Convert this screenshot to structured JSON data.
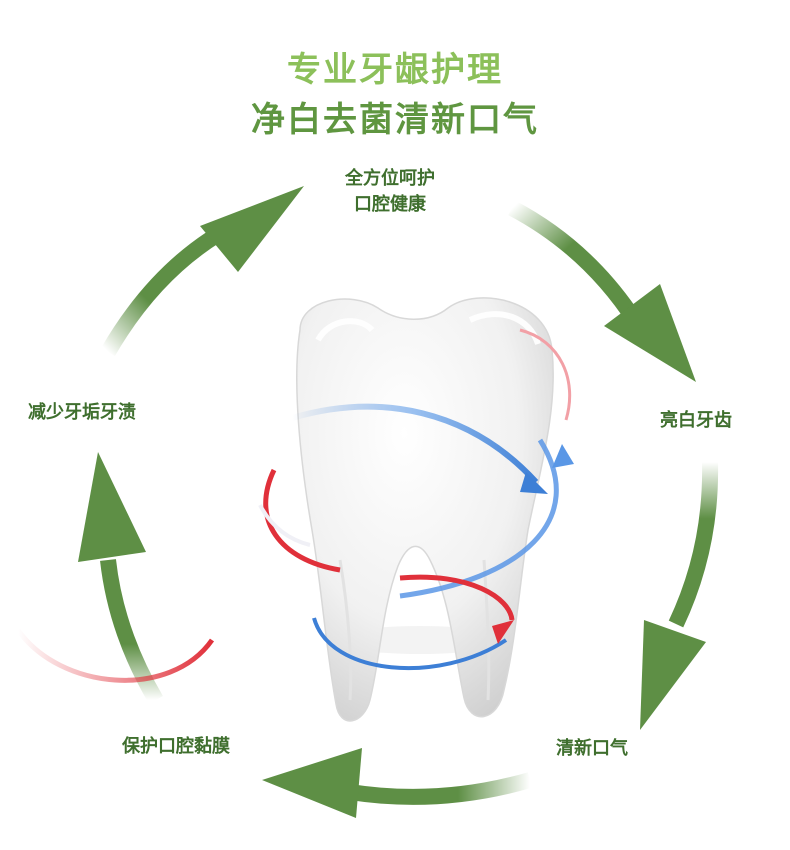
{
  "headline": {
    "line1": "专业牙龈护理",
    "line2": "净白去菌清新口气"
  },
  "cycle": {
    "top": [
      "全方位呵护",
      "口腔健康"
    ],
    "right": "亮白牙齿",
    "bottom_right": "清新口气",
    "bottom_left": "保护口腔黏膜",
    "left": "减少牙垢牙渍"
  },
  "colors": {
    "arrow_green": "#5e8f45",
    "title_light": "#8cc05a",
    "title_dark": "#5f9640",
    "ribbon_blue": "#3d7fd6",
    "ribbon_red": "#e0303a"
  }
}
